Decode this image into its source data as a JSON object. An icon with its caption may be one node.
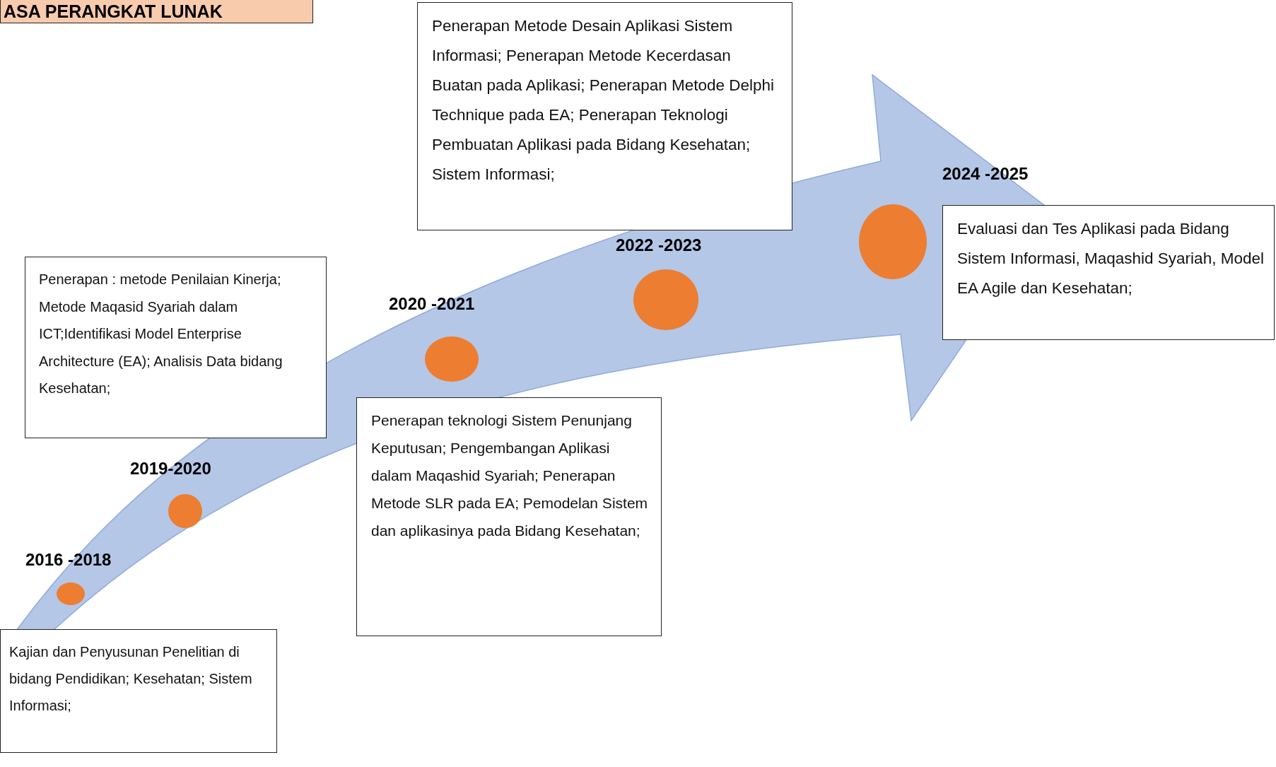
{
  "diagram": {
    "title": "ASA PERANGKAT LUNAK",
    "nodes": [
      {
        "text": [],
        "shape": "circle",
        "beside": [
          "2016 -2018"
        ]
      },
      {
        "text": [
          "Kajian dan Penyusunan Penelitian di bidang Pendidikan; Kesehatan; Sistem Informasi;"
        ]
      },
      {
        "text": [],
        "shape": "circle",
        "beside": [
          "2019-2020"
        ]
      },
      {
        "text": [
          "Penerapan : metode Penilaian Kinerja; Metode Maqasid Syariah dalam ICT;Identifikasi Model Enterprise Architecture (EA); Analisis Data bidang Kesehatan;"
        ]
      },
      {
        "text": [],
        "shape": "circle",
        "beside": [
          "2020 -2021"
        ]
      },
      {
        "text": [
          "Penerapan teknologi Sistem Penunjang Keputusan; Pengembangan Aplikasi dalam Maqashid Syariah; Penerapan Metode SLR pada EA; Pemodelan Sistem dan aplikasinya pada Bidang Kesehatan;"
        ]
      },
      {
        "text": [],
        "shape": "circle",
        "beside": [
          "2022 -2023"
        ]
      },
      {
        "text": [
          "Penerapan Metode Desain Aplikasi Sistem Informasi; Penerapan Metode Kecerdasan Buatan pada Aplikasi; Penerapan Metode Delphi Technique pada EA; Penerapan Teknologi Pembuatan Aplikasi pada Bidang Kesehatan; Sistem Informasi;"
        ]
      },
      {
        "text": [],
        "shape": "circle",
        "beside": [
          "2024 -2025"
        ]
      },
      {
        "text": [
          "Evaluasi dan Tes Aplikasi pada Bidang Sistem Informasi, Maqashid Syariah, Model EA Agile dan Kesehatan;"
        ]
      }
    ]
  }
}
